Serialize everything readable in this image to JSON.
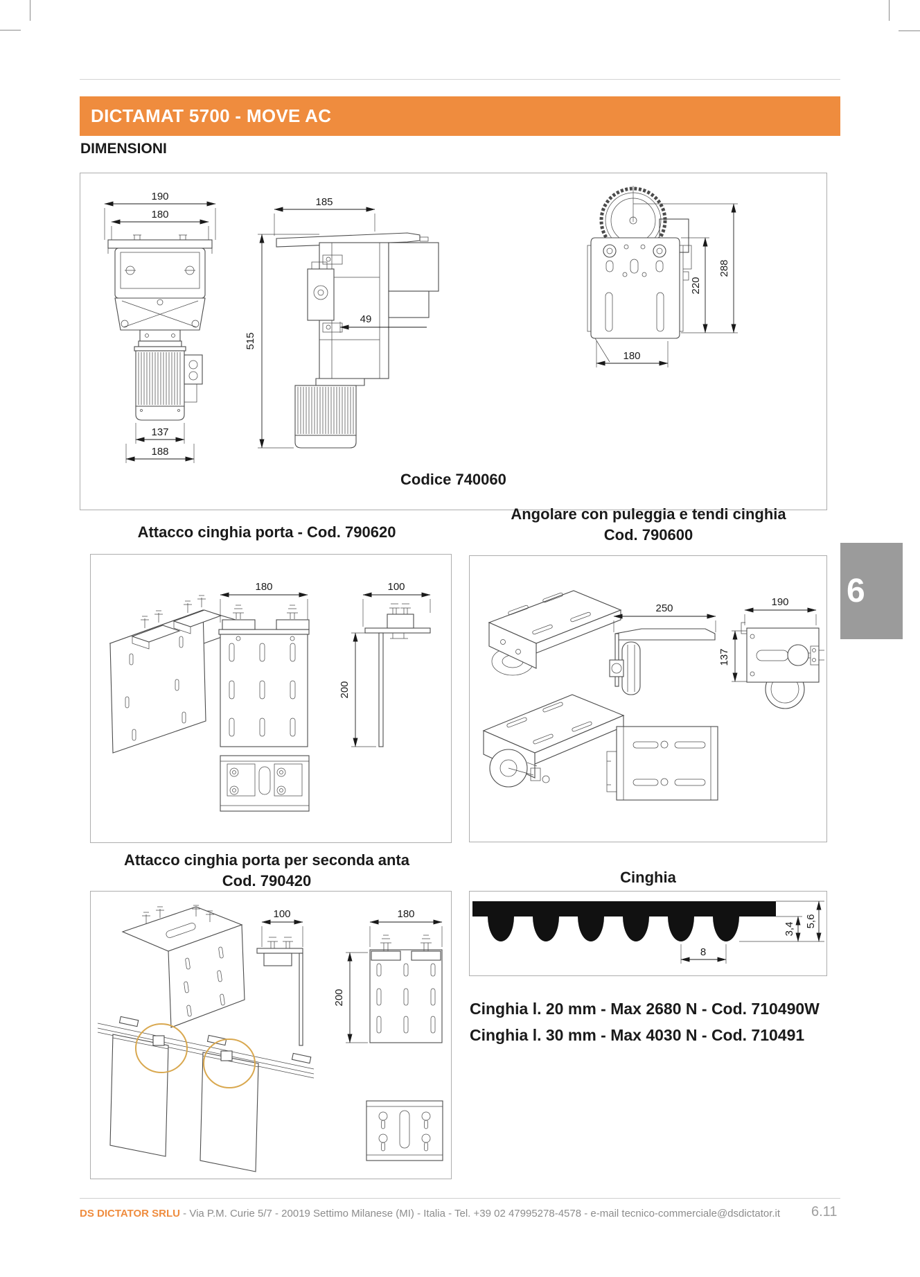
{
  "page": {
    "header_title": "DICTAMAT 5700 - MOVE AC",
    "section_title": "DIMENSIONI",
    "accent_color": "#EF8C3E",
    "tab_number": "6",
    "page_number": "6.11"
  },
  "footer": {
    "company": "DS DICTATOR SRLU",
    "details": "- Via P.M. Curie 5/7 - 20019 Settimo Milanese (MI) - Italia - Tel. +39 02 47995278-4578 - e-mail tecnico-commerciale@dsdictator.it"
  },
  "main_unit": {
    "code": "Codice 740060",
    "front_view": {
      "dim_width_outer": "190",
      "dim_width_inner": "180",
      "dim_base_inner": "137",
      "dim_base_outer": "188"
    },
    "side_view": {
      "dim_width": "185",
      "dim_height": "515",
      "dim_offset": "49"
    },
    "rear_view": {
      "dim_height_plate": "220",
      "dim_height_total": "288",
      "dim_width": "180"
    }
  },
  "door_belt_bracket": {
    "title": "Attacco cinghia porta - Cod. 790620",
    "front_view": {
      "dim_width": "180"
    },
    "side_view": {
      "dim_width": "100",
      "dim_height": "200"
    }
  },
  "pulley_bracket": {
    "title_line1": "Angolare con puleggia e tendi cinghia",
    "title_line2": "Cod. 790600",
    "side_view": {
      "dim_width": "250"
    },
    "front_view": {
      "dim_width": "190",
      "dim_height": "137"
    }
  },
  "second_door_bracket": {
    "title_line1": "Attacco cinghia porta per seconda anta",
    "title_line2": "Cod. 790420",
    "side_view": {
      "dim_width": "100"
    },
    "front_view": {
      "dim_width": "180",
      "dim_height": "200"
    }
  },
  "belt": {
    "title": "Cinghia",
    "dim_tooth_height": "3,4",
    "dim_total_height": "5,6",
    "dim_pitch": "8",
    "spec_line1": "Cinghia l. 20 mm - Max 2680 N - Cod. 710490W",
    "spec_line2": "Cinghia l. 30 mm - Max 4030 N - Cod. 710491"
  }
}
